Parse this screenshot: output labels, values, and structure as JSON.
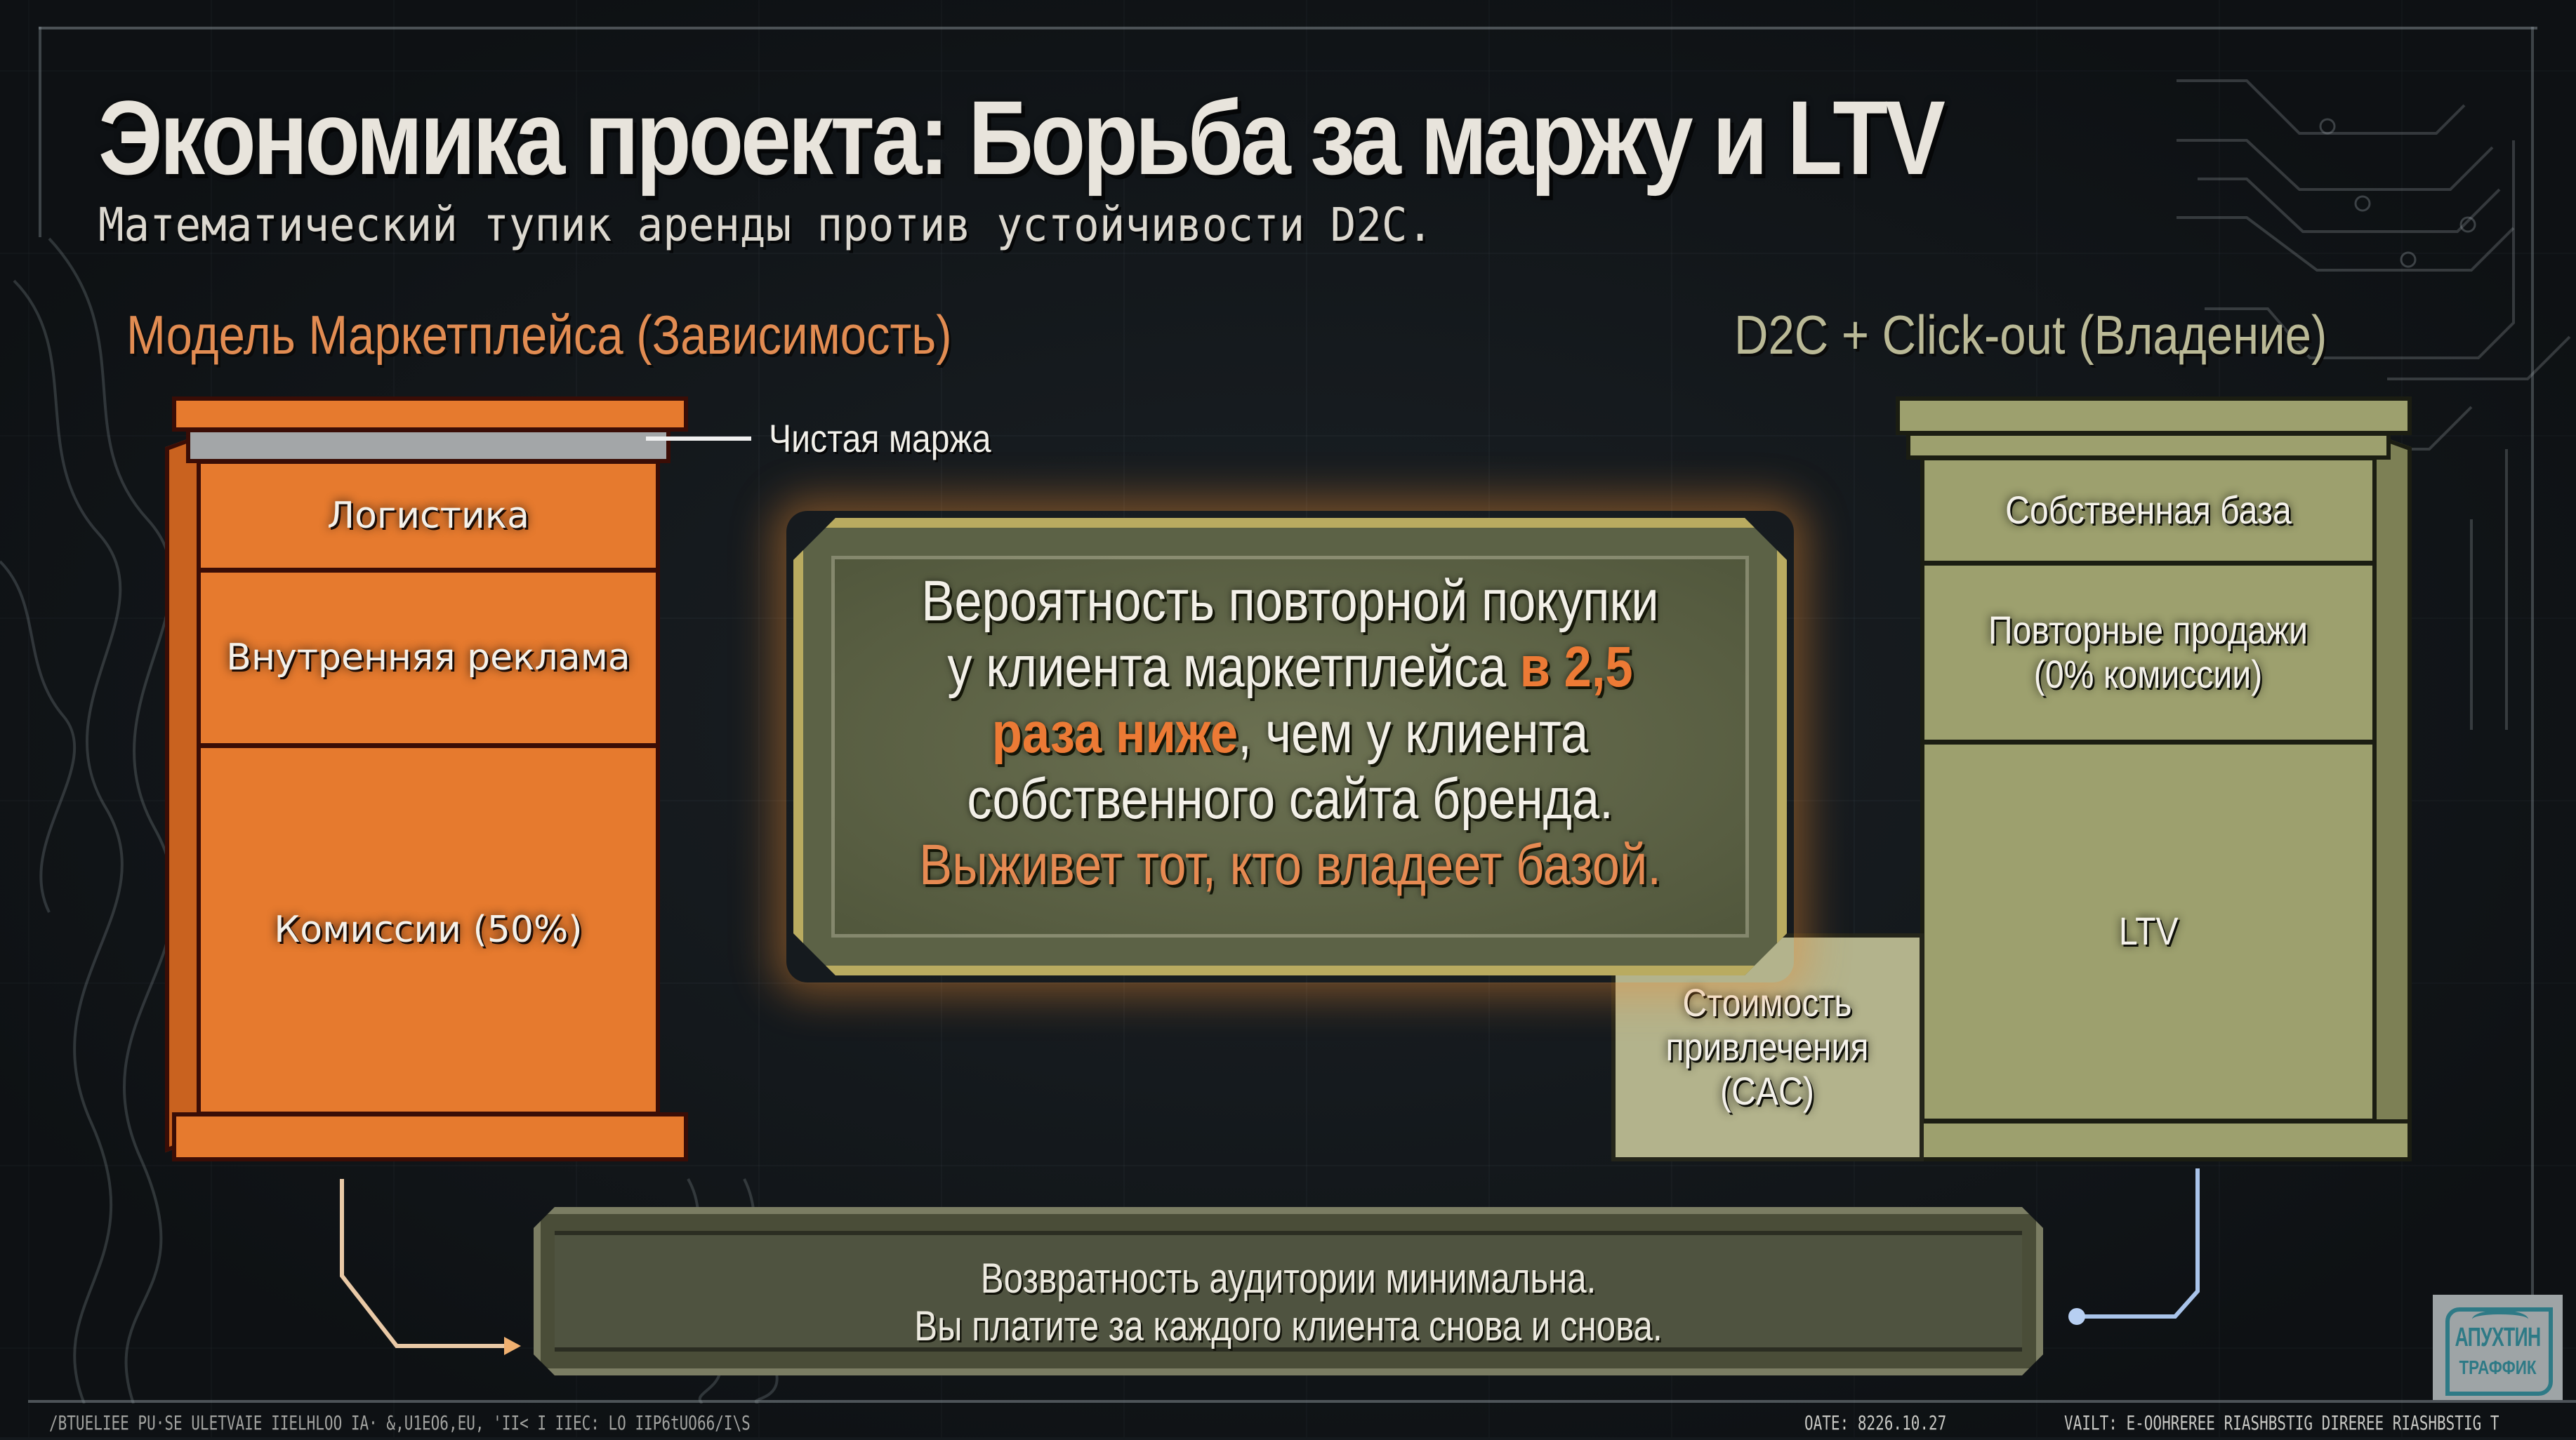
{
  "slide": {
    "title": "Экономика проекта: Борьба за маржу и LTV",
    "subtitle": "Математический тупик аренды против устойчивости D2C."
  },
  "left_model": {
    "heading": "Модель Маркетплейса (Зависимость)",
    "color": "#e67a2e",
    "margin_label": "Чистая маржа",
    "layers": [
      {
        "label": "Логистика"
      },
      {
        "label": "Внутренняя реклама"
      },
      {
        "label": "Комиссии (50%)"
      }
    ]
  },
  "right_model": {
    "heading": "D2C + Click-out (Владение)",
    "color": "#9da06e",
    "layers": [
      {
        "label": "Собственная база"
      },
      {
        "label": "Повторные продажи\n(0% комиссии)"
      },
      {
        "label": "LTV"
      }
    ],
    "cac_block": {
      "label": "Стоимость\nпривлечения\n(CAC)"
    }
  },
  "callout": {
    "line1": "Вероятность повторной покупки",
    "line2_pre": "у клиента маркетплейса ",
    "line2_hl": "в 2,5",
    "line3_hl": "раза ниже",
    "line3_post": ", чем у клиента",
    "line4": "собственного сайта бренда.",
    "line5": "Выживет тот, кто владеет базой.",
    "highlight_color": "#ec7a35",
    "border_color": "#b9ab60"
  },
  "banner": {
    "line1": "Возвратность аудитории минимальна.",
    "line2": "Вы платите за каждого клиента снова и снова."
  },
  "footer": {
    "left_text": "/BTUELIEE PU·SE ULETVAIE IIELHLOO IA· &,U1EO6,EU, 'II< I IIEC: LO IIP6tUO66/I\\S",
    "date": "OATE: 8226.10.27",
    "vault": "VAILT: E-OOHREREE RIASHBSTIG DIREREE RIASHBSTIG T"
  },
  "logo": {
    "line1": "АПУХТИН",
    "line2": "ТРАФФИК"
  }
}
